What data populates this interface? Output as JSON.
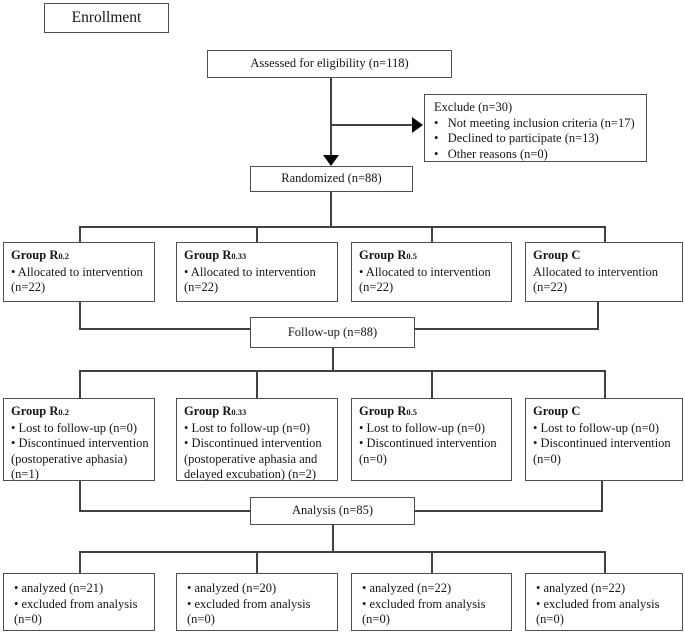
{
  "colors": {
    "line": "#414141",
    "border": "#4e4e4e",
    "text": "#161616",
    "arrow": "#050505",
    "background": "#ffffff"
  },
  "enrollment": {
    "label": "Enrollment"
  },
  "assessed": {
    "label": "Assessed for eligibility (n=118)"
  },
  "exclude": {
    "title": "Exclude (n=30)",
    "items": [
      "•  Not meeting inclusion criteria (n=17)",
      "•  Declined to participate (n=13)",
      "•  Other reasons (n=0)"
    ]
  },
  "randomized": {
    "label": "Randomized (n=88)"
  },
  "allocation": {
    "boxes": [
      {
        "title": "Group R",
        "title_sub": "0.2",
        "lines": [
          "• Allocated to intervention",
          "(n=22)"
        ]
      },
      {
        "title": "Group R",
        "title_sub": "0.33",
        "lines": [
          "• Allocated to intervention",
          "(n=22)"
        ]
      },
      {
        "title": "Group R",
        "title_sub": "0.5",
        "lines": [
          "• Allocated to intervention",
          "(n=22)"
        ]
      },
      {
        "title": "Group C",
        "title_sub": "",
        "lines": [
          "Allocated to intervention",
          "(n=22)"
        ]
      }
    ]
  },
  "followup": {
    "label": "Follow-up (n=88)",
    "boxes": [
      {
        "title": "Group R",
        "title_sub": "0.2",
        "lines": [
          "• Lost to follow-up (n=0)",
          "• Discontinued intervention",
          "(postoperative aphasia)",
          "(n=1)"
        ]
      },
      {
        "title": "Group R",
        "title_sub": "0.33",
        "lines": [
          "• Lost to follow-up (n=0)",
          "• Discontinued intervention",
          "(postoperative aphasia and",
          "delayed excubation) (n=2)"
        ]
      },
      {
        "title": "Group R",
        "title_sub": "0.5",
        "lines": [
          "• Lost to follow-up (n=0)",
          "• Discontinued intervention",
          "(n=0)"
        ]
      },
      {
        "title": "Group C",
        "title_sub": "",
        "lines": [
          "• Lost to follow-up (n=0)",
          "• Discontinued intervention",
          "(n=0)"
        ]
      }
    ]
  },
  "analysis": {
    "label": "Analysis (n=85)",
    "boxes": [
      {
        "lines": [
          "• analyzed (n=21)",
          "• excluded from analysis",
          "(n=0)"
        ]
      },
      {
        "lines": [
          "• analyzed (n=20)",
          "• excluded from analysis",
          "(n=0)"
        ]
      },
      {
        "lines": [
          "• analyzed (n=22)",
          "• excluded from analysis",
          "(n=0)"
        ]
      },
      {
        "lines": [
          "• analyzed (n=22)",
          "• excluded from analysis",
          "(n=0)"
        ]
      }
    ]
  }
}
